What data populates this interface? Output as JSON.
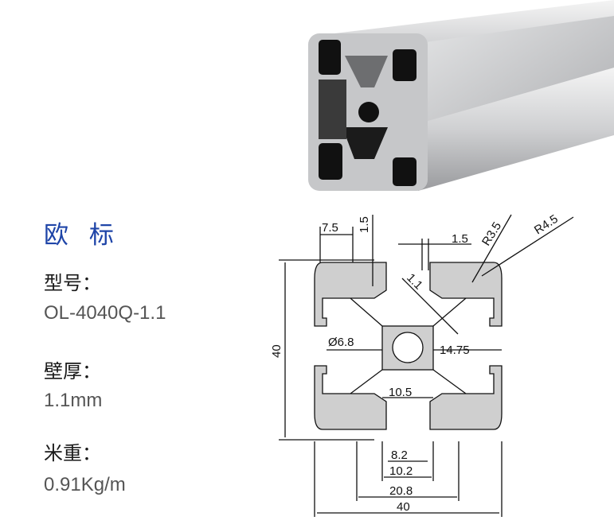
{
  "title": "欧 标",
  "specs": [
    {
      "label": "型号：",
      "value": "OL-4040Q-1.1"
    },
    {
      "label": "壁厚：",
      "value": "1.1mm"
    },
    {
      "label": "米重：",
      "value": "0.91Kg/m"
    }
  ],
  "drawing": {
    "dimensions": {
      "slot_depth": "7.5",
      "lip_thickness_top": "1.5",
      "lip_thickness_right": "1.5",
      "inner_radius": "R3.5",
      "outer_radius": "R4.5",
      "wall": "1.1",
      "bore": "Ø6.8",
      "core_offset": "14.75",
      "core_width": "10.5",
      "slot_opening": "8.2",
      "slot_inner": "10.2",
      "slot_outer": "20.8",
      "overall_width": "40",
      "overall_height": "40"
    }
  },
  "colors": {
    "title": "#1f45a8",
    "profile_fill": "#cfcfcf",
    "line": "#111111"
  }
}
